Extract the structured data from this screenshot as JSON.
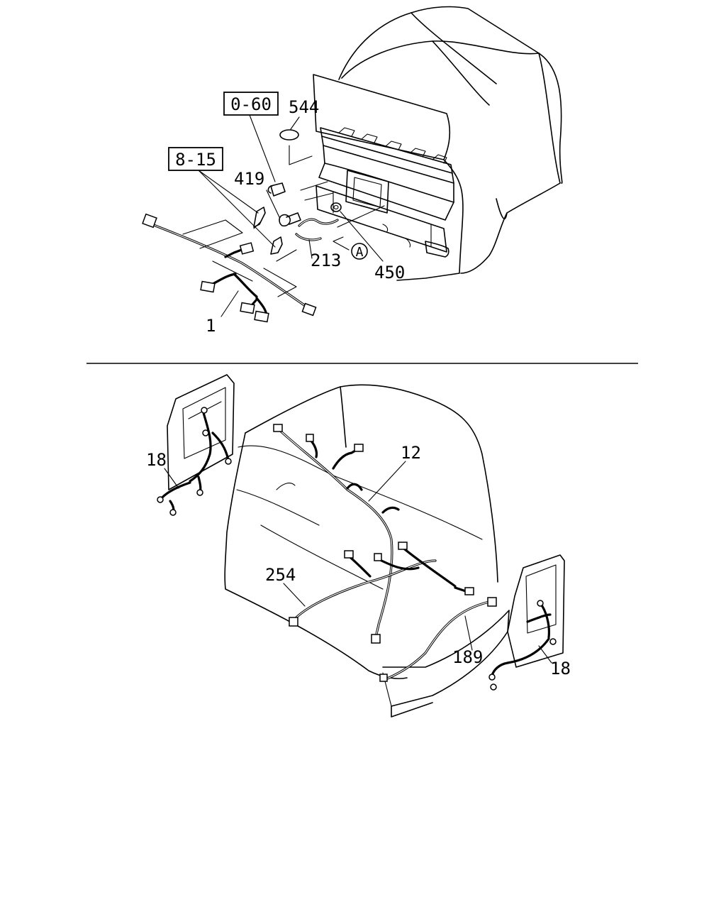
{
  "figure": {
    "top_section": {
      "reference_boxes": [
        "0-60",
        "8-15"
      ],
      "callouts": [
        "544",
        "419",
        "213",
        "450",
        "1"
      ],
      "circled_marker": "A"
    },
    "bottom_section": {
      "callouts": [
        "12",
        "18",
        "254",
        "189",
        "18"
      ]
    }
  }
}
